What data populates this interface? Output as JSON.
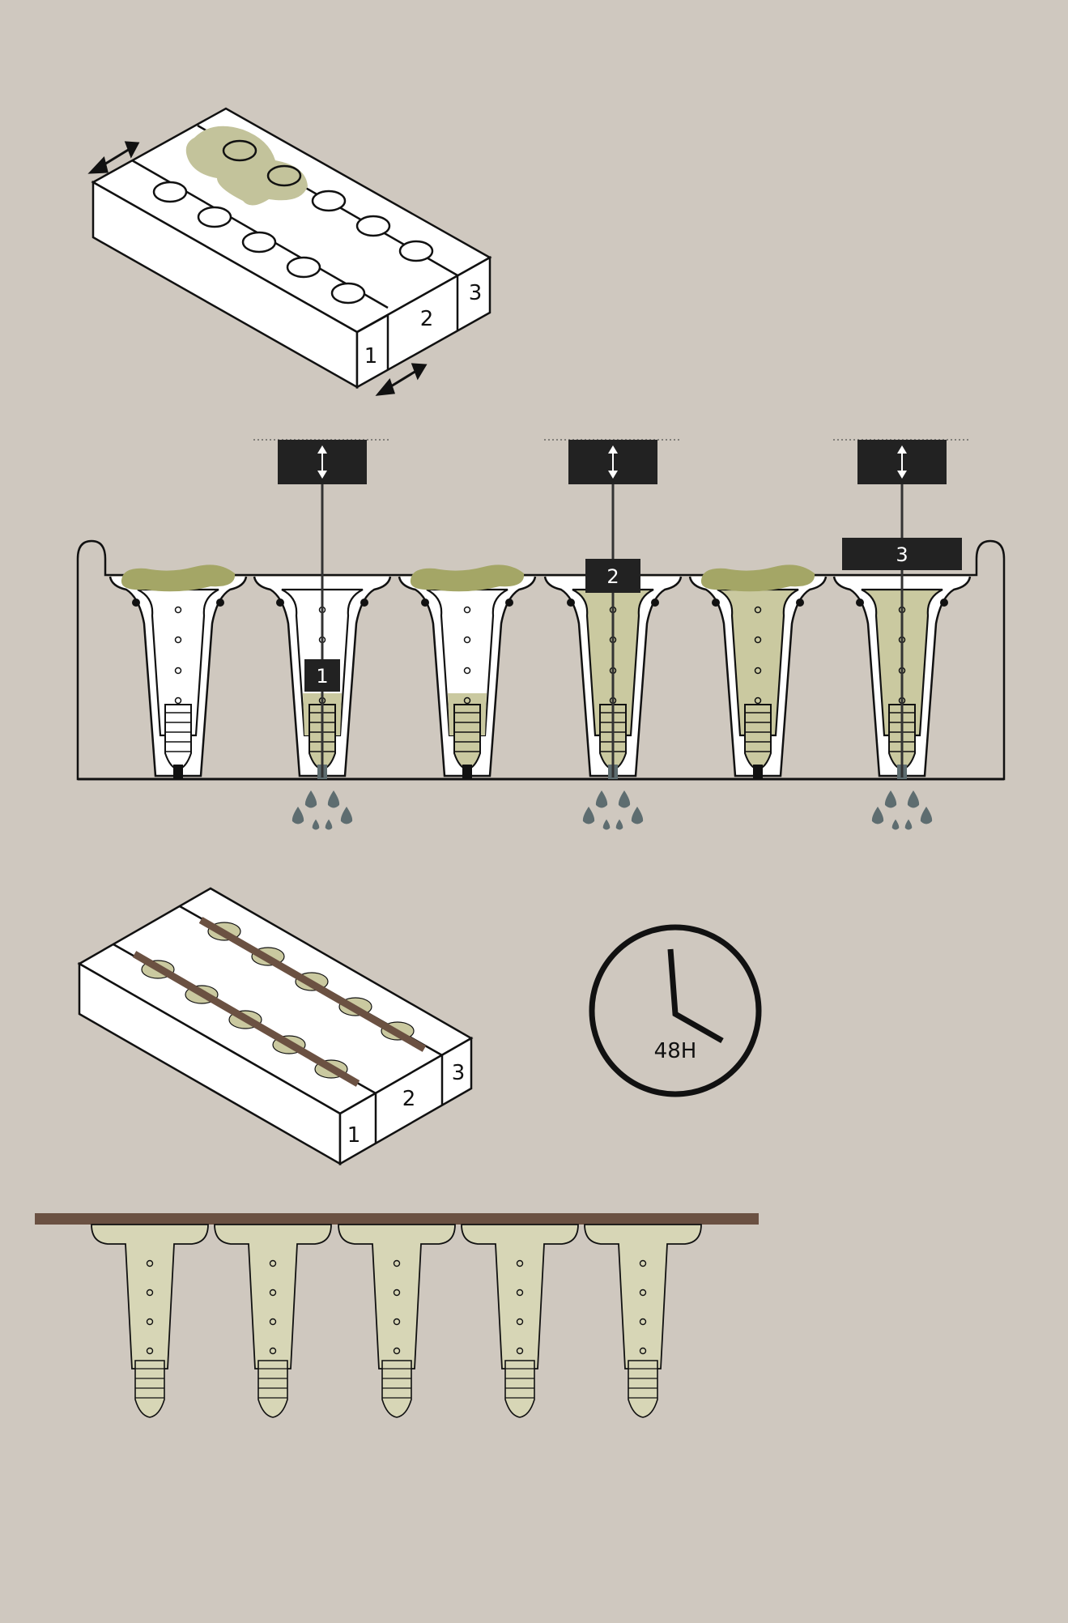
{
  "colors": {
    "background": "#cfc8bf",
    "mold": "#ffffff",
    "outline": "#111111",
    "mixture_dark": "#a4a666",
    "mixture_light": "#cac9a0",
    "mixture_pale": "#d7d6b6",
    "piston": "#222222",
    "water": "#5e6d70",
    "strip": "#6b5142"
  },
  "mold_labels": [
    "1",
    "2",
    "3"
  ],
  "piston_labels": [
    "1",
    "2",
    "3"
  ],
  "clock": {
    "label": "48H"
  },
  "icons": [
    "double-arrow-icon",
    "water-drop-icon",
    "clock-icon"
  ]
}
